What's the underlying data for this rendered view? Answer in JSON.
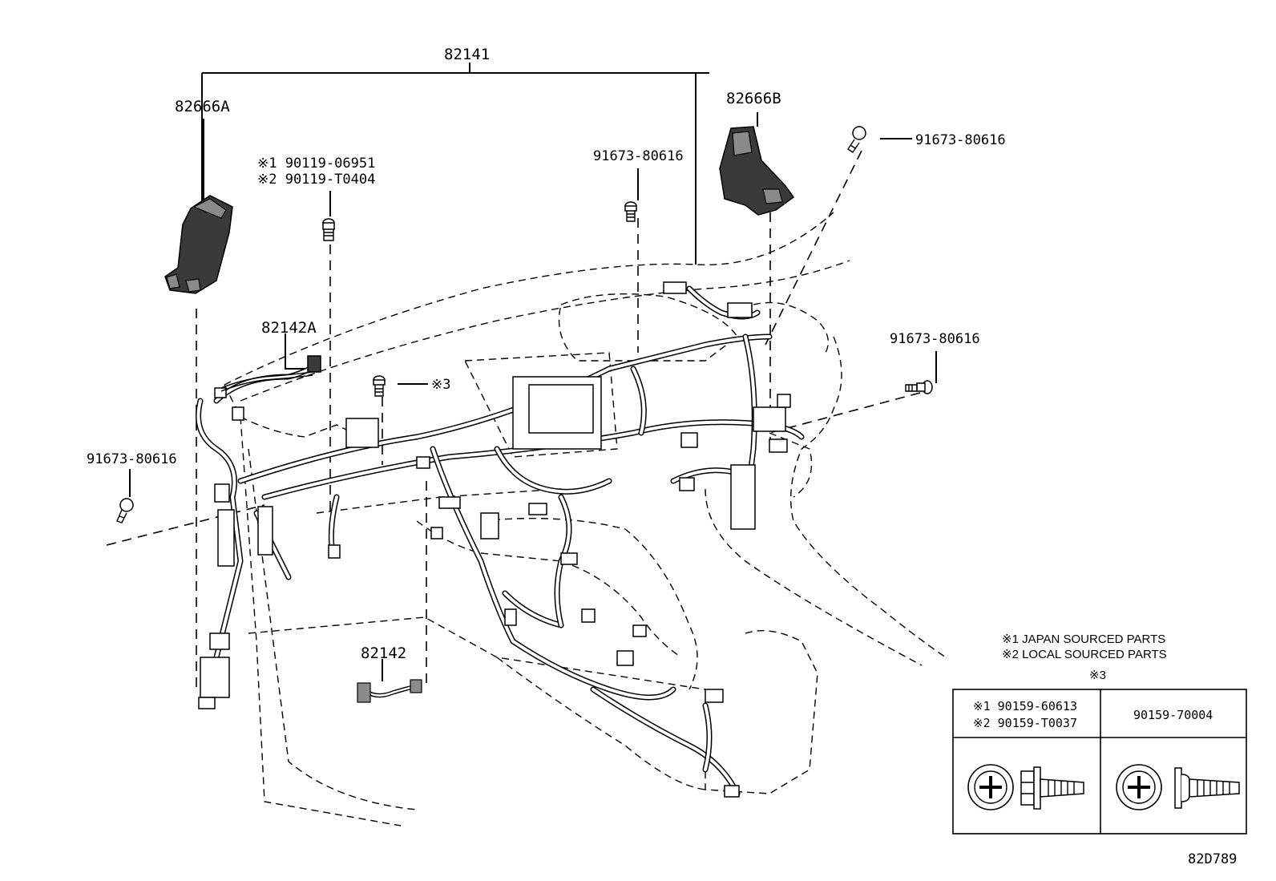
{
  "labels": {
    "main_harness": "82141",
    "ecu_a": "82666A",
    "ecu_b": "82666B",
    "wire_a": "82142A",
    "wire": "82142",
    "bolt_top_center": "91673-80616",
    "bolt_top_right": "91673-80616",
    "bolt_right": "91673-80616",
    "bolt_left": "91673-80616",
    "nut_note1": "※1 90119-06951",
    "nut_note2": "※2 90119-T0404",
    "ref3": "※3"
  },
  "legend": {
    "line1": "※1 JAPAN SOURCED PARTS",
    "line2": "※2 LOCAL SOURCED PARTS",
    "ref": "※3",
    "col1_line1": "※1 90159-60613",
    "col1_line2": "※2 90159-T0037",
    "col2_line1": "90159-70004"
  },
  "figure_code": "82D789"
}
